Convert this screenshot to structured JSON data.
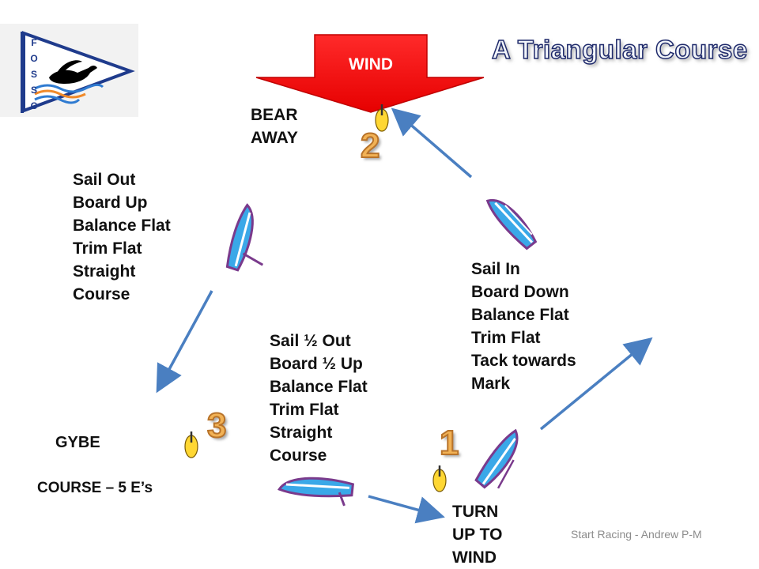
{
  "title": "A Triangular Course",
  "wind_label": "WIND",
  "logo_letters": [
    "F",
    "O",
    "S",
    "S",
    "C"
  ],
  "marks": {
    "mark1": {
      "number": "1",
      "action": [
        "TURN",
        "UP TO",
        "WIND"
      ]
    },
    "mark2": {
      "number": "2",
      "action": [
        "BEAR",
        "AWAY"
      ]
    },
    "mark3": {
      "number": "3",
      "action": [
        "GYBE"
      ]
    }
  },
  "legs": {
    "upwind": [
      "Sail In",
      "Board Down",
      "Balance Flat",
      "Trim Flat",
      "Tack towards",
      "Mark"
    ],
    "reach": [
      "Sail Out",
      "Board Up",
      "Balance Flat",
      "Trim Flat",
      "Straight",
      "Course"
    ],
    "run": [
      "Sail ½ Out",
      "Board ½ Up",
      "Balance Flat",
      "Trim Flat",
      "Straight",
      "Course"
    ]
  },
  "course_label": "COURSE – 5 E’s",
  "footer": "Start Racing - Andrew P-M",
  "colors": {
    "arrow_blue": "#4a7fc1",
    "wind_red": "#ff0000",
    "mark_yellow": "#ffd733",
    "sail_blue": "#3aa8e8",
    "title_outline": "#1f2a6b",
    "number_orange": "#f2b255"
  }
}
